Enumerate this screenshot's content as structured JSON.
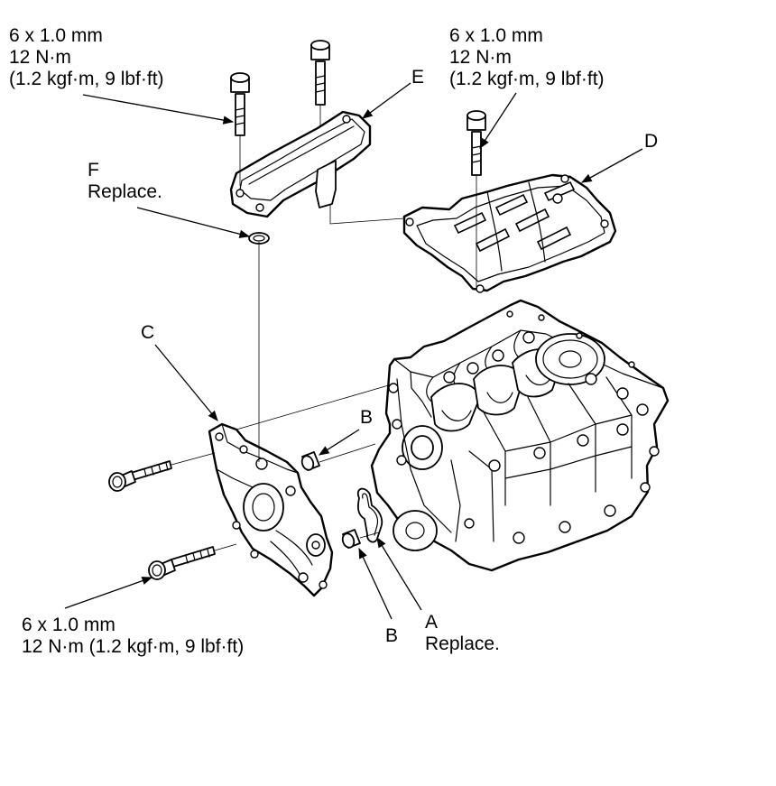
{
  "labels": {
    "spec_top_left": {
      "line1": "6 x 1.0 mm",
      "line2": "12 N·m",
      "line3": "(1.2 kgf·m, 9 lbf·ft)"
    },
    "spec_top_right": {
      "line1": "6 x 1.0 mm",
      "line2": "12 N·m",
      "line3": "(1.2 kgf·m, 9 lbf·ft)"
    },
    "spec_bottom_left": {
      "line1": "6 x 1.0 mm",
      "line2": "12 N·m (1.2 kgf·m, 9 lbf·ft)"
    },
    "part_e": "E",
    "part_d": "D",
    "part_f": {
      "letter": "F",
      "note": "Replace."
    },
    "part_c": "C",
    "part_b_upper": "B",
    "part_b_lower": "B",
    "part_a": {
      "letter": "A",
      "note": "Replace."
    }
  }
}
